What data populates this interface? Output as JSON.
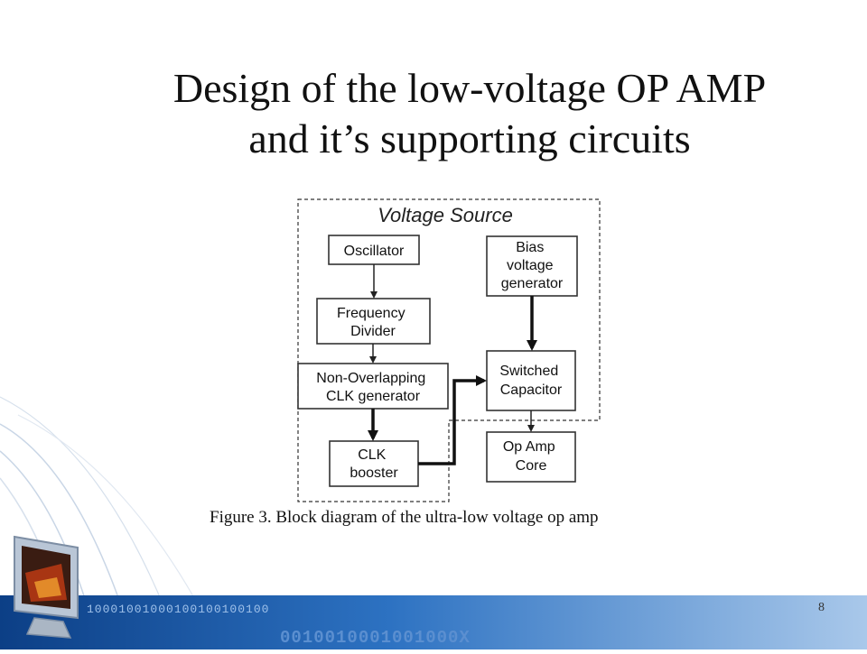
{
  "slide": {
    "title_line1": "Design of the low-voltage OP AMP",
    "title_line2": "and it’s supporting circuits",
    "page_number": "8"
  },
  "diagram": {
    "group_label": "Voltage Source",
    "blocks": {
      "oscillator": [
        "Oscillator"
      ],
      "frequency_divider": [
        "Frequency",
        "Divider"
      ],
      "non_overlapping": [
        "Non-Overlapping",
        "CLK generator"
      ],
      "clk_booster": [
        "CLK",
        "booster"
      ],
      "bias_generator": [
        "Bias",
        "voltage",
        "generator"
      ],
      "switched_capacitor": [
        "Switched",
        "Capacitor"
      ],
      "op_amp_core": [
        "Op Amp",
        "Core"
      ]
    },
    "caption": "Figure 3. Block diagram of the ultra-low voltage op amp"
  },
  "decoration": {
    "binary_top": "10001001000100100100100",
    "binary_bottom": "0010010001001000X",
    "accent": "#1a5fb4"
  }
}
